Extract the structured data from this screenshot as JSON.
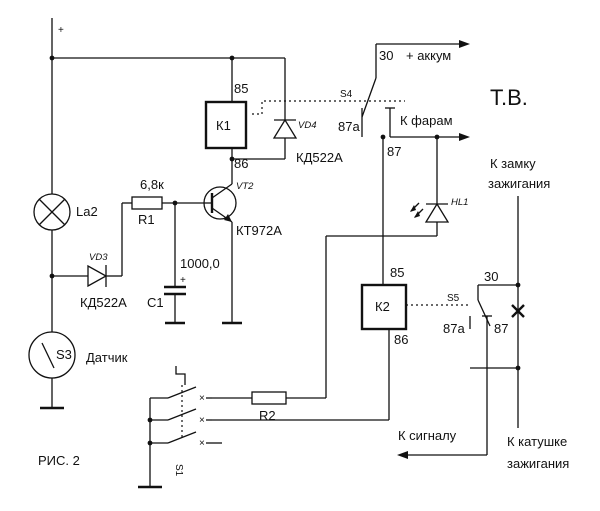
{
  "title": "Т.В.",
  "figure_caption": "РИС. 2",
  "power": {
    "plus": "+",
    "aux_plus": "+"
  },
  "relay_k1": {
    "name": "К1",
    "pin_top": "85",
    "pin_bottom": "86"
  },
  "relay_k2": {
    "name": "К2",
    "pin_top": "85",
    "pin_bottom": "86"
  },
  "diode_vd4": {
    "ref": "VD4",
    "type": "КД522А"
  },
  "diode_vd3": {
    "ref": "VD3",
    "type": "КД522А"
  },
  "transistor": {
    "ref": "VT2",
    "type": "КТ972А"
  },
  "resistor_r1": {
    "value": "6,8к",
    "ref": "R1"
  },
  "resistor_r2": {
    "ref": "R2"
  },
  "capacitor": {
    "value": "1000,0",
    "ref": "С1",
    "polarity": "+"
  },
  "lamp": {
    "ref": "La2"
  },
  "sensor": {
    "ref": "S3",
    "label": "Датчик"
  },
  "led": {
    "ref": "HL1"
  },
  "switch_s4": {
    "ref": "S4",
    "pin30": "30",
    "pin87a": "87а",
    "pin87": "87",
    "to_battery": "+ аккум",
    "to_headlights": "К фарам"
  },
  "switch_s5": {
    "ref": "S5",
    "pin30": "30",
    "pin87a": "87а",
    "pin87": "87"
  },
  "ignition_lock": {
    "line1": "К замку",
    "line2": "зажигания"
  },
  "ignition_coil": {
    "line1": "К катушке",
    "line2": "зажигания"
  },
  "to_signal": "К сигналу",
  "switch_s1": {
    "ref": "S1"
  },
  "mark_cross": "×"
}
